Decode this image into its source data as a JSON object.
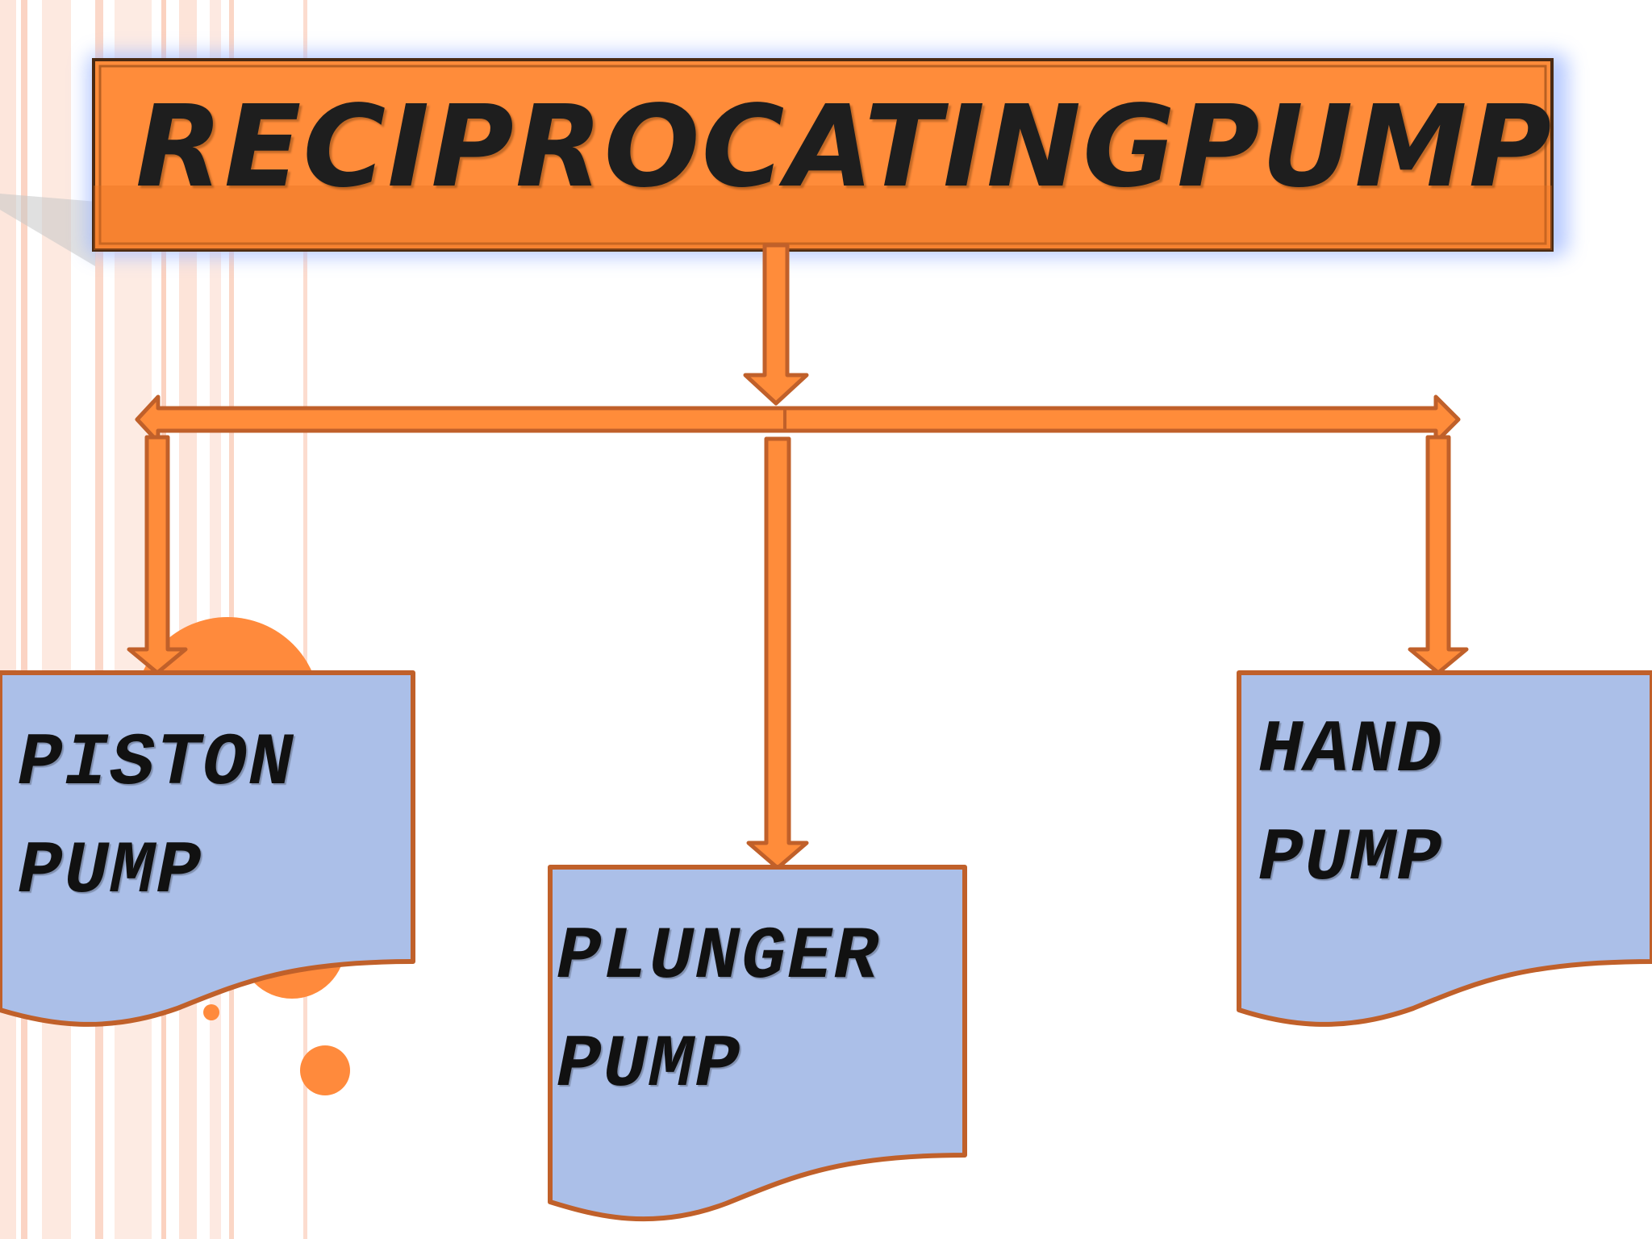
{
  "diagram": {
    "title": {
      "words": [
        "RECIPROCATING",
        "PUMP"
      ]
    },
    "nodes": [
      {
        "id": "piston",
        "lines": [
          "PISTON",
          "PUMP"
        ]
      },
      {
        "id": "plunger",
        "lines": [
          "PLUNGER",
          "PUMP"
        ]
      },
      {
        "id": "hand",
        "lines": [
          "HAND",
          "PUMP"
        ]
      }
    ],
    "edges": [
      {
        "from": "title",
        "to": "piston"
      },
      {
        "from": "title",
        "to": "plunger"
      },
      {
        "from": "title",
        "to": "hand"
      }
    ]
  },
  "colors": {
    "title_fill": "#ff8c3a",
    "title_border": "#4a2a12",
    "title_glow": "#9fb8ff",
    "arrow_fill": "#ff8c3a",
    "arrow_border": "#c0602a",
    "node_fill": "#abbfe8",
    "node_border": "#c0602a",
    "stripe_light": "#fde3d9",
    "stripe_mid": "#fbcfbd",
    "accent_circle": "#ff8533"
  }
}
